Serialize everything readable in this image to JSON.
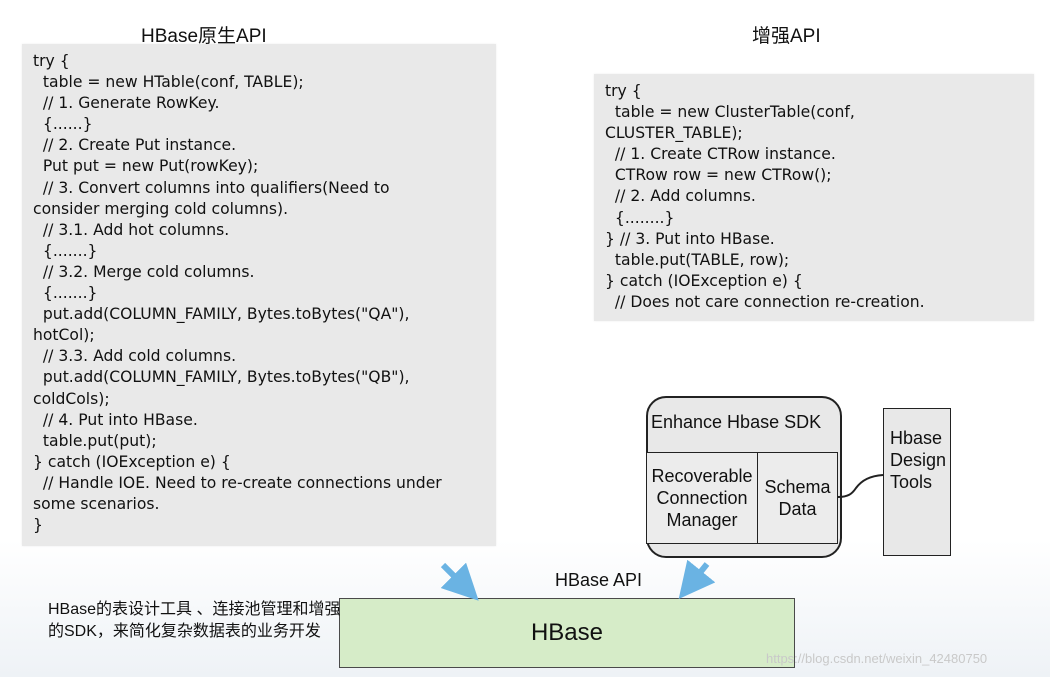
{
  "titles": {
    "native_api": "HBase原生API",
    "enhanced_api": "增强API"
  },
  "native_code": "try {\n  table = new HTable(conf, TABLE);\n  // 1. Generate RowKey.\n  {......}\n  // 2. Create Put instance.\n  Put put = new Put(rowKey);\n  // 3. Convert columns into qualifiers(Need to\nconsider merging cold columns).\n  // 3.1. Add hot columns.\n  {.......}\n  // 3.2. Merge cold columns.\n  {.......}\n  put.add(COLUMN_FAMILY, Bytes.toBytes(\"QA\"),\nhotCol);\n  // 3.3. Add cold columns.\n  put.add(COLUMN_FAMILY, Bytes.toBytes(\"QB\"),\ncoldCols);\n  // 4. Put into HBase.\n  table.put(put);\n} catch (IOException e) {\n  // Handle IOE. Need to re-create connections under\nsome scenarios.\n}",
  "enhanced_code": "try {\n  table = new ClusterTable(conf,\nCLUSTER_TABLE);\n  // 1. Create CTRow instance.\n  CTRow row = new CTRow();\n  // 2. Add columns.\n  {........}\n} // 3. Put into HBase.\n  table.put(TABLE, row);\n} catch (IOException e) {\n  // Does not care connection re-creation.",
  "sdk": {
    "title": "Enhance Hbase SDK",
    "recoverable": "Recoverable\nConnection\nManager",
    "schema": "Schema\nData"
  },
  "design_tools": "Hbase\nDesign\nTools",
  "hbase_api_label": "HBase API",
  "hbase_label": "HBase",
  "note": "HBase的表设计工具 、连接池管理和增强的SDK，来简化复杂数据表的业务开发",
  "watermark": "https://blog.csdn.net/weixin_42480750",
  "colors": {
    "code_bg": "#e9e9e9",
    "hbase_fill": "#d6ecc8",
    "arrow": "#6ab3e3"
  }
}
